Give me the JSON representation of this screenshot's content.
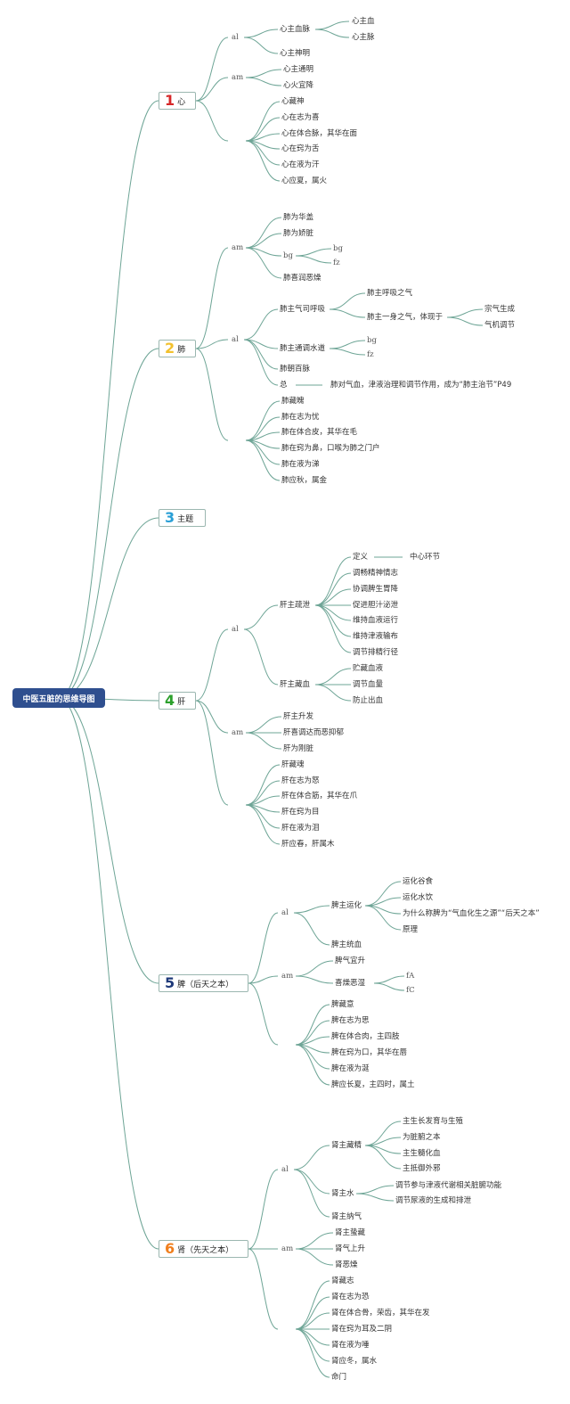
{
  "root": {
    "label": "中医五脏的思维导图"
  },
  "topics": [
    {
      "num": "1",
      "label": "心",
      "color": "#d62728"
    },
    {
      "num": "2",
      "label": "肺",
      "color": "#f2c12e"
    },
    {
      "num": "3",
      "label": "主题",
      "color": "#2a9fd6"
    },
    {
      "num": "4",
      "label": "肝",
      "color": "#2ca02c"
    },
    {
      "num": "5",
      "label": "脾（后天之本）",
      "color": "#1f3a7a"
    },
    {
      "num": "6",
      "label": "肾（先天之本）",
      "color": "#f07f1e"
    }
  ],
  "heart": {
    "al": "al",
    "am": "am",
    "ag": [
      "心藏神",
      "心在志为喜",
      "心在体合脉，其华在面",
      "心在窍为舌",
      "心在液为汗",
      "心应夏，属火"
    ],
    "xzxm": "心主血脉",
    "xzx": "心主血",
    "xzm": "心主脉",
    "xzsm": "心主神明",
    "am1": "心主通明",
    "am2": "心火宜降"
  },
  "lung": {
    "am": "am",
    "al": "al",
    "ag": [
      "肺藏魄",
      "肺在志为忧",
      "肺在体合皮，其华在毛",
      "肺在窍为鼻，口喉为肺之门户",
      "肺在液为涕",
      "肺应秋，属金"
    ],
    "am1": "肺为华盖",
    "am2": "肺为娇脏",
    "bg": "bg",
    "bg1": "bg",
    "bg2": "fz",
    "am4": "肺喜润恶燥",
    "qi": "肺主气司呼吸",
    "qi1": "肺主呼吸之气",
    "qi2": "肺主一身之气，体现于",
    "qi2a": "宗气生成",
    "qi2b": "气机调节",
    "water": "肺主通调水道",
    "water1": "bg",
    "water2": "fz",
    "cb": "肺朝百脉",
    "zong": "总",
    "zongtext": "肺对气血，津液治理和调节作用，成为“肺主治节”P49"
  },
  "liver": {
    "al": "al",
    "am": "am",
    "ag": [
      "肝藏魂",
      "肝在志为怒",
      "肝在体合筋，其华在爪",
      "肝在窍为目",
      "肝在液为泪",
      "肝应春，肝属木"
    ],
    "sx": "肝主疏泄",
    "def": "定义",
    "defval": "中心环节",
    "sx_items": [
      "调畅精神情志",
      "协调脾生胃降",
      "促进胆汁泌泄",
      "维持血液运行",
      "维持津液输布",
      "调节排精行径"
    ],
    "cx": "肝主藏血",
    "cx_items": [
      "贮藏血液",
      "调节血量",
      "防止出血"
    ],
    "am_items": [
      "肝主升发",
      "肝喜调达而恶抑郁",
      "肝为刚脏"
    ]
  },
  "spleen": {
    "al": "al",
    "am": "am",
    "ag": [
      "脾藏意",
      "脾在志为思",
      "脾在体合肉，主四肢",
      "脾在窍为口，其华在唇",
      "脾在液为涎",
      "脾应长夏，主四时，属土"
    ],
    "yh": "脾主运化",
    "yh_items": [
      "运化谷食",
      "运化水饮",
      "为什么称脾为“气血化生之源”“后天之本”",
      "原理"
    ],
    "tx": "脾主统血",
    "am1": "脾气宜升",
    "xz": "喜燥恶湿",
    "xz1": "fA",
    "xz2": "fC"
  },
  "kidney": {
    "al": "al",
    "am": "am",
    "ag": [
      "肾藏志",
      "肾在志为恐",
      "肾在体合骨，荣齿，其华在发",
      "肾在窍为耳及二阴",
      "肾在液为唾",
      "肾应冬，属水",
      "命门"
    ],
    "cj": "肾主藏精",
    "cj_items": [
      "主生长发育与生殖",
      "为脏腑之本",
      "主生髓化血",
      "主抵御外邪"
    ],
    "zs": "肾主水",
    "zs_items": [
      "调节参与津液代谢相关脏腑功能",
      "调节尿液的生成和排泄"
    ],
    "nq": "肾主纳气",
    "am_items": [
      "肾主蛰藏",
      "肾气上升",
      "肾恶燥"
    ]
  }
}
